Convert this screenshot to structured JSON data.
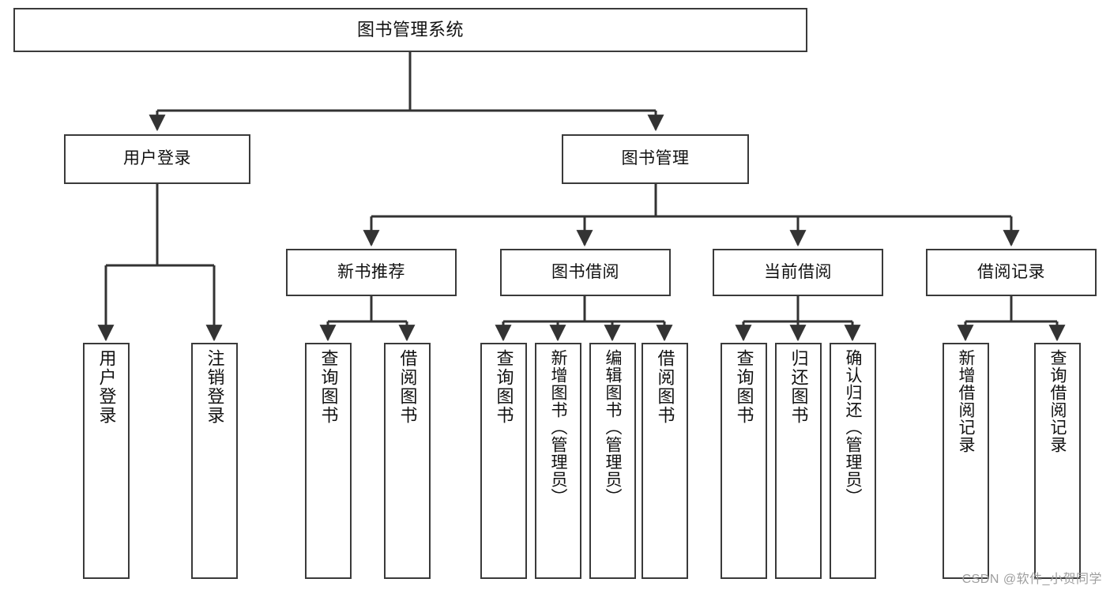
{
  "diagram": {
    "type": "tree-hierarchy",
    "title": "图书管理系统",
    "watermark": "CSDN @软件_小贺同学",
    "colors": {
      "box_border": "#3a3a3a",
      "box_fill": "#ffffff",
      "edge": "#333333",
      "text": "#111111",
      "watermark": "#9e9e9e",
      "background": "#ffffff"
    },
    "levels": {
      "root": {
        "label": "图书管理系统"
      },
      "level2": [
        {
          "label": "用户登录"
        },
        {
          "label": "图书管理"
        }
      ],
      "level3": [
        {
          "label": "新书推荐"
        },
        {
          "label": "图书借阅"
        },
        {
          "label": "当前借阅"
        },
        {
          "label": "借阅记录"
        }
      ],
      "leaves": [
        {
          "label": "用户登录",
          "parent": "用户登录"
        },
        {
          "label": "注销登录",
          "parent": "用户登录"
        },
        {
          "label": "查询图书",
          "parent": "新书推荐"
        },
        {
          "label": "借阅图书",
          "parent": "新书推荐"
        },
        {
          "label": "查询图书",
          "parent": "图书借阅"
        },
        {
          "label": "新增图书（管理员）",
          "parent": "图书借阅"
        },
        {
          "label": "编辑图书（管理员）",
          "parent": "图书借阅"
        },
        {
          "label": "借阅图书",
          "parent": "图书借阅"
        },
        {
          "label": "查询图书",
          "parent": "当前借阅"
        },
        {
          "label": "归还图书",
          "parent": "当前借阅"
        },
        {
          "label": "确认归还（管理员）",
          "parent": "当前借阅"
        },
        {
          "label": "新增借阅记录",
          "parent": "借阅记录"
        },
        {
          "label": "查询借阅记录",
          "parent": "借阅记录"
        }
      ]
    }
  }
}
